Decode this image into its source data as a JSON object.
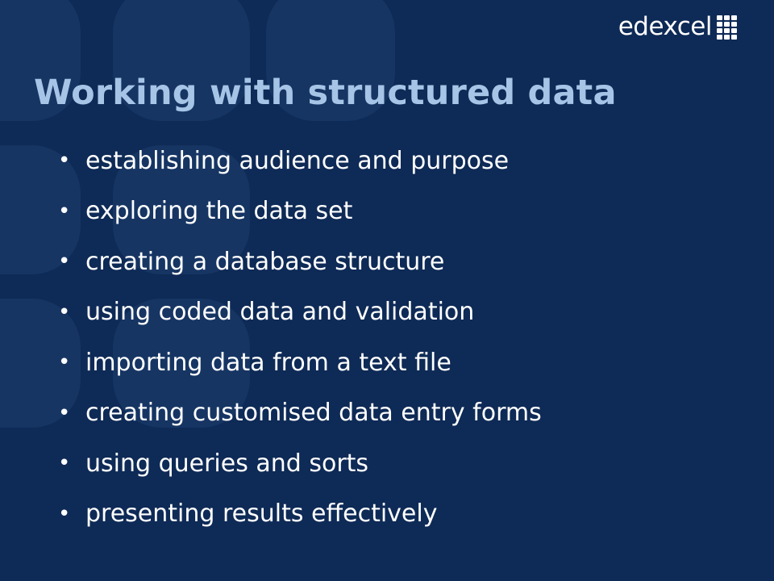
{
  "slide": {
    "title": "Working with structured data",
    "bullets": [
      "establishing audience and purpose",
      "exploring the data set",
      "creating a database structure",
      "using coded data and validation",
      "importing data from a text file",
      "creating customised data entry forms",
      "using queries and sorts",
      "presenting results effectively"
    ]
  },
  "logo": {
    "text": "edexcel"
  },
  "colors": {
    "background": "#0e2a56",
    "title": "#a6c4e6",
    "text": "#ffffff",
    "shape": "#1a3a68"
  }
}
